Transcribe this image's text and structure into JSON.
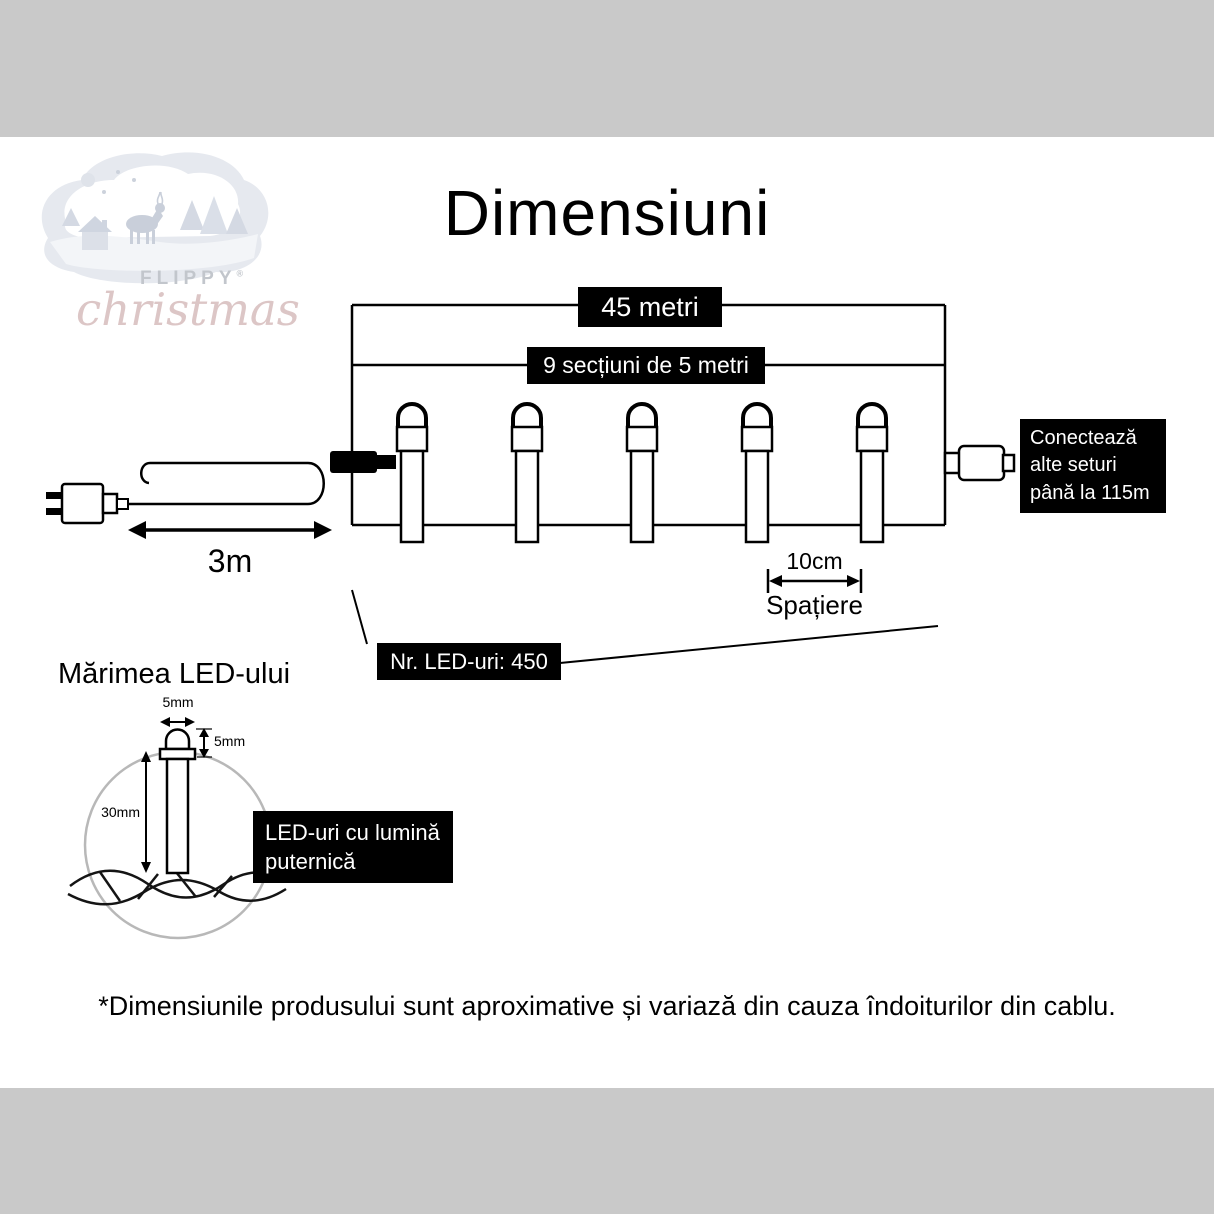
{
  "colors": {
    "bar": "#c9c9c9",
    "box_bg": "#000000",
    "box_text": "#ffffff",
    "line": "#000000",
    "logo_gray": "#c2c6cc",
    "logo_pink": "#dcc6c6"
  },
  "logo": {
    "name": "FLIPPY",
    "reg": "®",
    "script": "christmas"
  },
  "title": "Dimensiuni",
  "diagram": {
    "total_length": "45 metri",
    "sections": "9 secțiuni de 5 metri",
    "lead": "3m",
    "spacing_value": "10cm",
    "spacing_word": "Spațiere",
    "led_count": "Nr. LED-uri: 450",
    "connect_lines": [
      "Conectează",
      "alte seturi",
      "până la 115m"
    ]
  },
  "led_size": {
    "heading": "Mărimea LED-ului",
    "width": "5mm",
    "cap_height": "5mm",
    "body_length": "30mm",
    "note_lines": [
      "LED-uri cu lumină",
      "puternică"
    ]
  },
  "footnote": "*Dimensiunile produsului sunt aproximative și variază din cauza îndoiturilor din cablu."
}
